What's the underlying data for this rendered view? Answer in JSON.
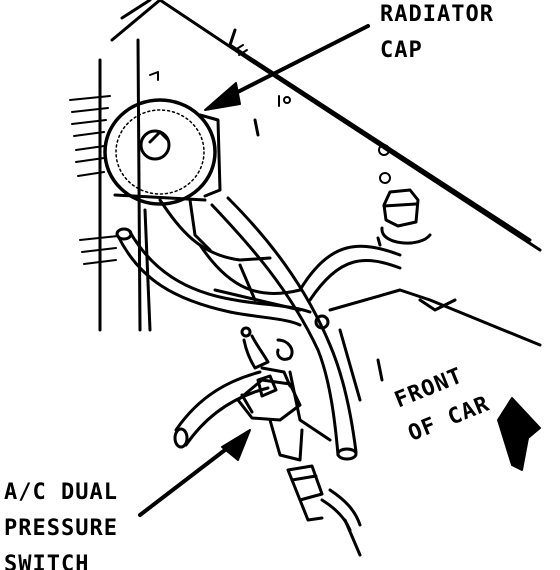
{
  "callouts": {
    "radiator_cap": {
      "line1": "RADIATOR",
      "line2": "CAP"
    },
    "ac_switch": {
      "line1": "A/C DUAL",
      "line2": "PRESSURE",
      "line3": "SWITCH"
    },
    "front_of_car": {
      "line1": "FRONT",
      "line2": "OF CAR"
    }
  }
}
